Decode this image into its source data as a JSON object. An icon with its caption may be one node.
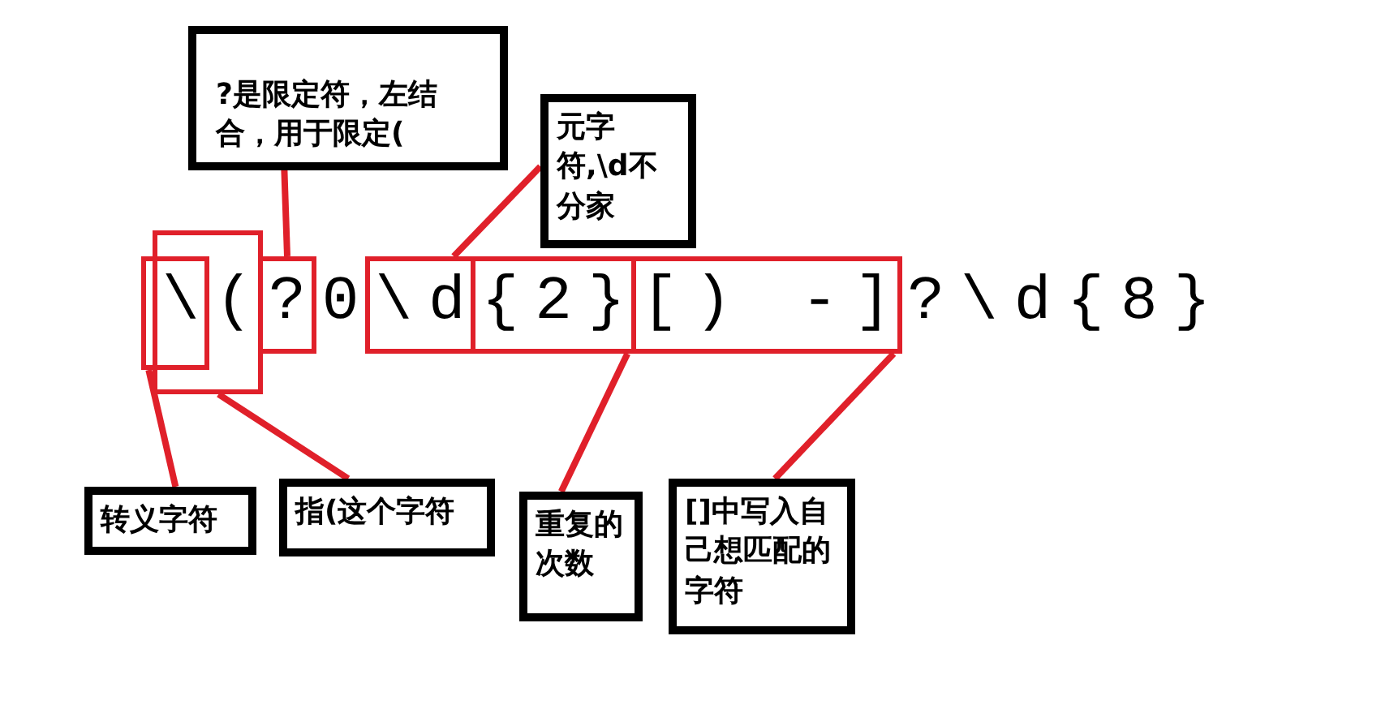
{
  "diagram": {
    "nodes": [
      {
        "text": [
          "?是限定符，左结合，用于限定("
        ]
      },
      {
        "text": [
          "元字符,\\d不分家"
        ]
      },
      {
        "text": [],
        "shape": "box"
      },
      {
        "text": [],
        "shape": "box"
      },
      {
        "text": [],
        "shape": "box"
      },
      {
        "text": [],
        "shape": "box"
      },
      {
        "text": [],
        "shape": "box"
      },
      {
        "text": [],
        "shape": "box"
      },
      {
        "text": [
          "转义字符"
        ]
      },
      {
        "text": [
          "指(这个字符"
        ]
      },
      {
        "text": [
          "重复的次数"
        ]
      },
      {
        "text": [
          "[]中写入自己想匹配的字符"
        ]
      }
    ],
    "edges": [
      {
        "from": 0,
        "to": 4,
        "arrow": "none"
      },
      {
        "from": 1,
        "to": 5,
        "arrow": "none"
      },
      {
        "from": 8,
        "to": 2,
        "arrow": "none"
      },
      {
        "from": 9,
        "to": 3,
        "arrow": "none"
      },
      {
        "from": 10,
        "to": 6,
        "arrow": "none"
      },
      {
        "from": 11,
        "to": 7,
        "arrow": "none"
      }
    ],
    "labels": [
      "\\(?0\\d{2}[) -]?\\d{8}"
    ]
  }
}
